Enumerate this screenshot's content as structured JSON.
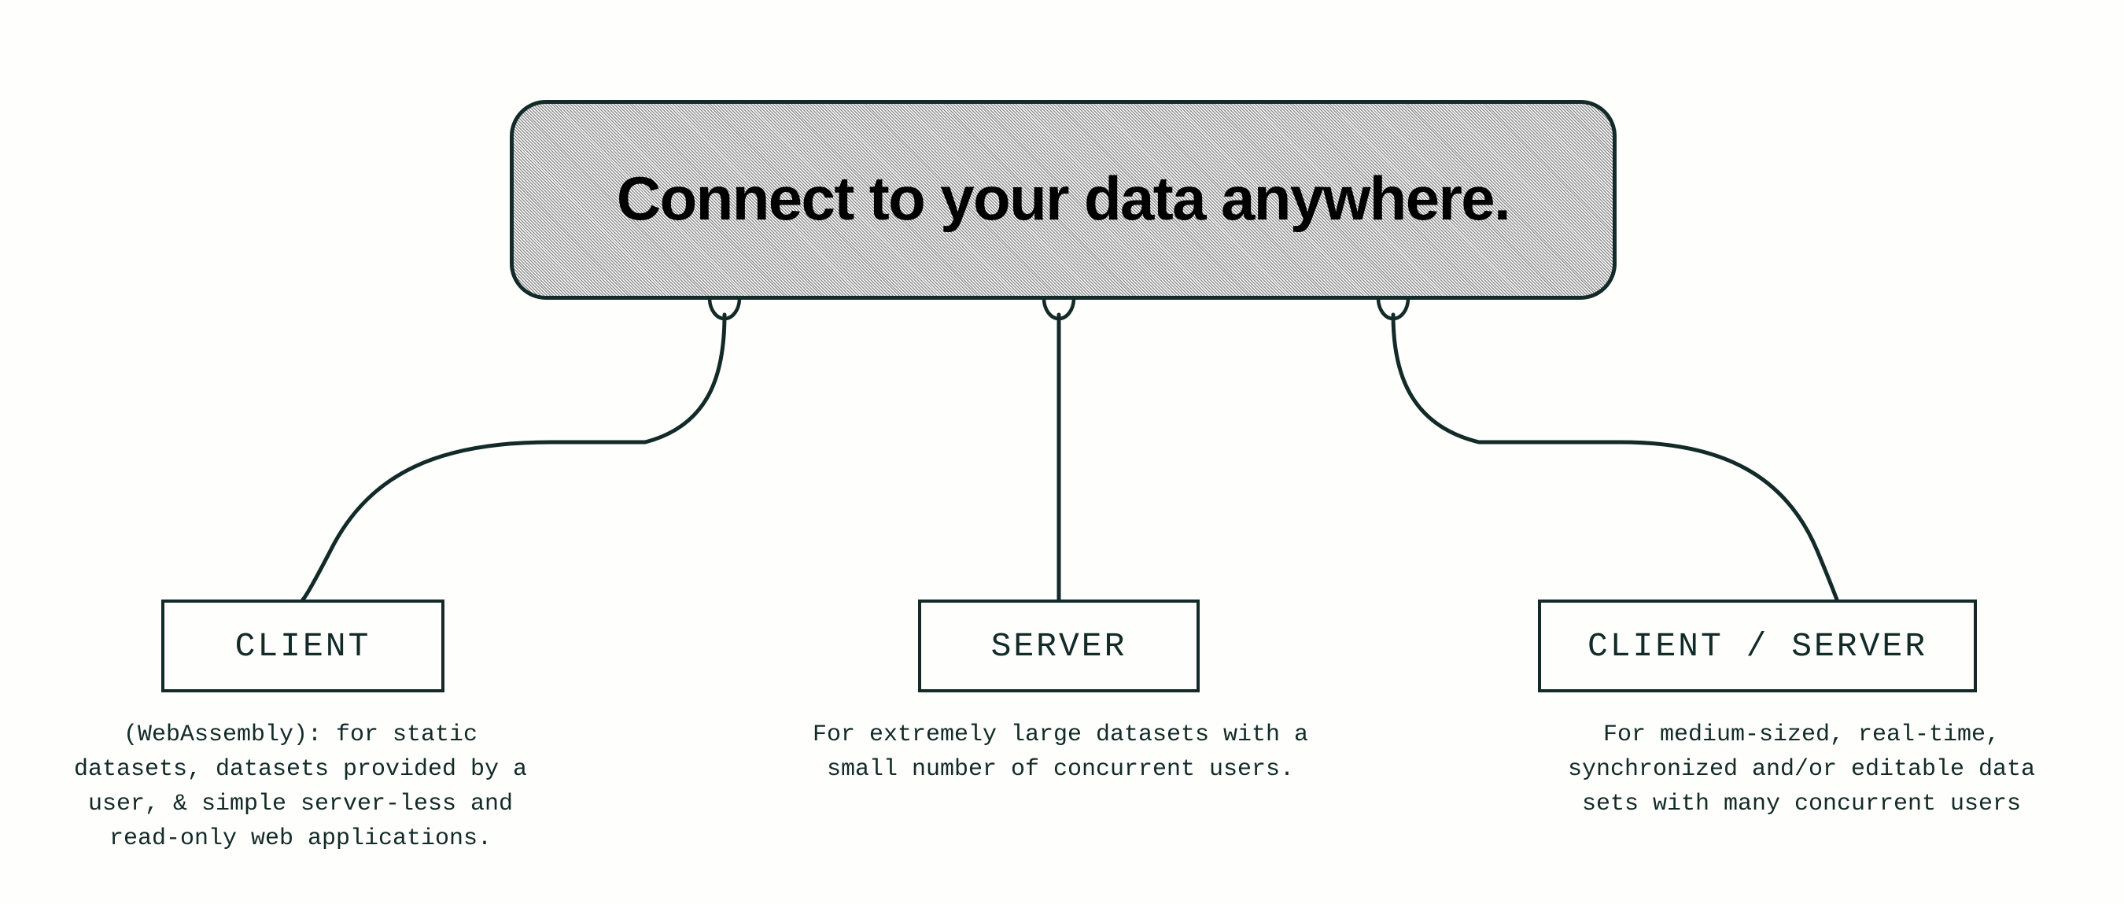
{
  "page": {
    "background_color": "#fefefc",
    "ink_color": "#122a28",
    "hatch_fill_color": "#d2d2d2"
  },
  "hero": {
    "title": "Connect to your data anywhere.",
    "fill": "hatched-gray",
    "shape": "rounded-rectangle"
  },
  "connectors": {
    "count": 3,
    "port_style": "semicircle-socket",
    "line_style": "s-curve"
  },
  "nodes": [
    {
      "id": "client",
      "label": "CLIENT",
      "caption": "(WebAssembly): for static\ndatasets, datasets provided by a\nuser, & simple server-less and\nread-only web applications."
    },
    {
      "id": "server",
      "label": "SERVER",
      "caption": "For extremely large datasets with a\nsmall number of concurrent users."
    },
    {
      "id": "clientserver",
      "label": "CLIENT / SERVER",
      "caption": "For medium-sized, real-time,\nsynchronized and/or editable data\nsets with many concurrent users"
    }
  ]
}
